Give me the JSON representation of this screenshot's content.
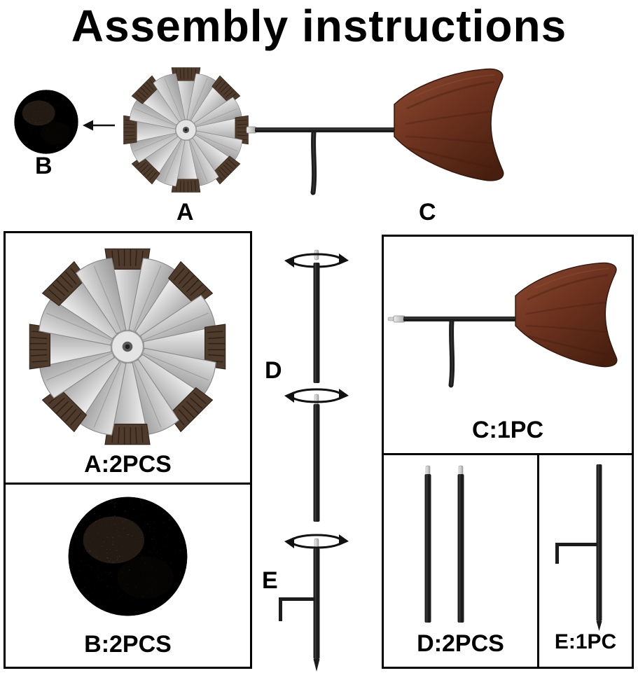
{
  "title": "Assembly instructions",
  "top_labels": {
    "b": "B",
    "a": "A",
    "c": "C"
  },
  "pole_labels": {
    "d": "D",
    "e": "E"
  },
  "sections": {
    "a": {
      "label": "A:2PCS"
    },
    "b": {
      "label": "B:2PCS"
    },
    "c": {
      "label": "C:1PC"
    },
    "d": {
      "label": "D:2PCS"
    },
    "e": {
      "label": "E:1PC"
    }
  },
  "colors": {
    "background": "#ffffff",
    "text": "#000000",
    "box_border": "#000000",
    "pole": "#1c1c1c",
    "blade_silver": "#c7c7c7",
    "blade_tip_bronze": "#4f3b2c",
    "vane_red_bronze": "#7a3a24",
    "cap_bronze": "#5d4430"
  }
}
